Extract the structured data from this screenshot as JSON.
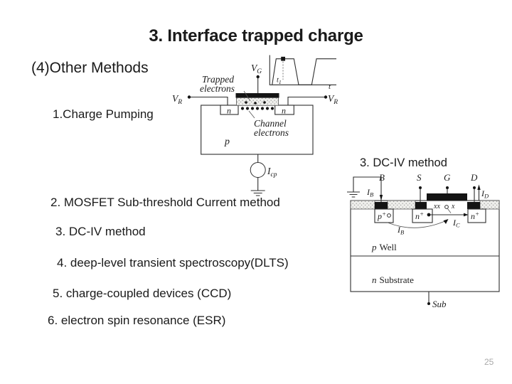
{
  "slide": {
    "title": "3. Interface trapped charge",
    "subtitle": "(4)Other Methods",
    "methods": [
      "1.Charge Pumping",
      "2. MOSFET Sub-threshold Current method",
      "3. DC-IV method",
      "4. deep-level transient spectroscopy(DLTS)",
      "5. charge-coupled devices (CCD)",
      "6. electron spin resonance (ESR)"
    ],
    "page_number": "25",
    "colors": {
      "text": "#1a1a1a",
      "diagram_line": "#2e2e2e",
      "page_number": "#a9a9a9"
    }
  },
  "cp": {
    "description": "charge pumping MOSFET cross-section",
    "labels": {
      "vg_main": "V",
      "vg_sub": "G",
      "vr_main": "V",
      "vr_sub": "R",
      "trapped_line1": "Trapped",
      "trapped_line2": "electrons",
      "channel_line1": "Channel",
      "channel_line2": "electrons",
      "n_region": "n",
      "p_body": "p",
      "icp_main": "I",
      "icp_sub": "cp",
      "t1_main": "t",
      "t1_sub": "1",
      "t_axis": "t"
    }
  },
  "dciv": {
    "heading": "3. DC-IV method",
    "labels": {
      "b": "B",
      "s": "S",
      "g": "G",
      "d": "D",
      "i_main": "I",
      "ib_sub": "B",
      "id_sub": "D",
      "ic_sub": "C",
      "p_plus_main": "p",
      "plus": "+",
      "n_plus_main": "n",
      "traps_xx": "xx",
      "trap_x": "x",
      "p_well_italic": "p",
      "p_well_rest": "Well",
      "n_sub_italic": "n",
      "n_sub_rest": "Substrate",
      "sub_terminal": "Sub"
    }
  }
}
